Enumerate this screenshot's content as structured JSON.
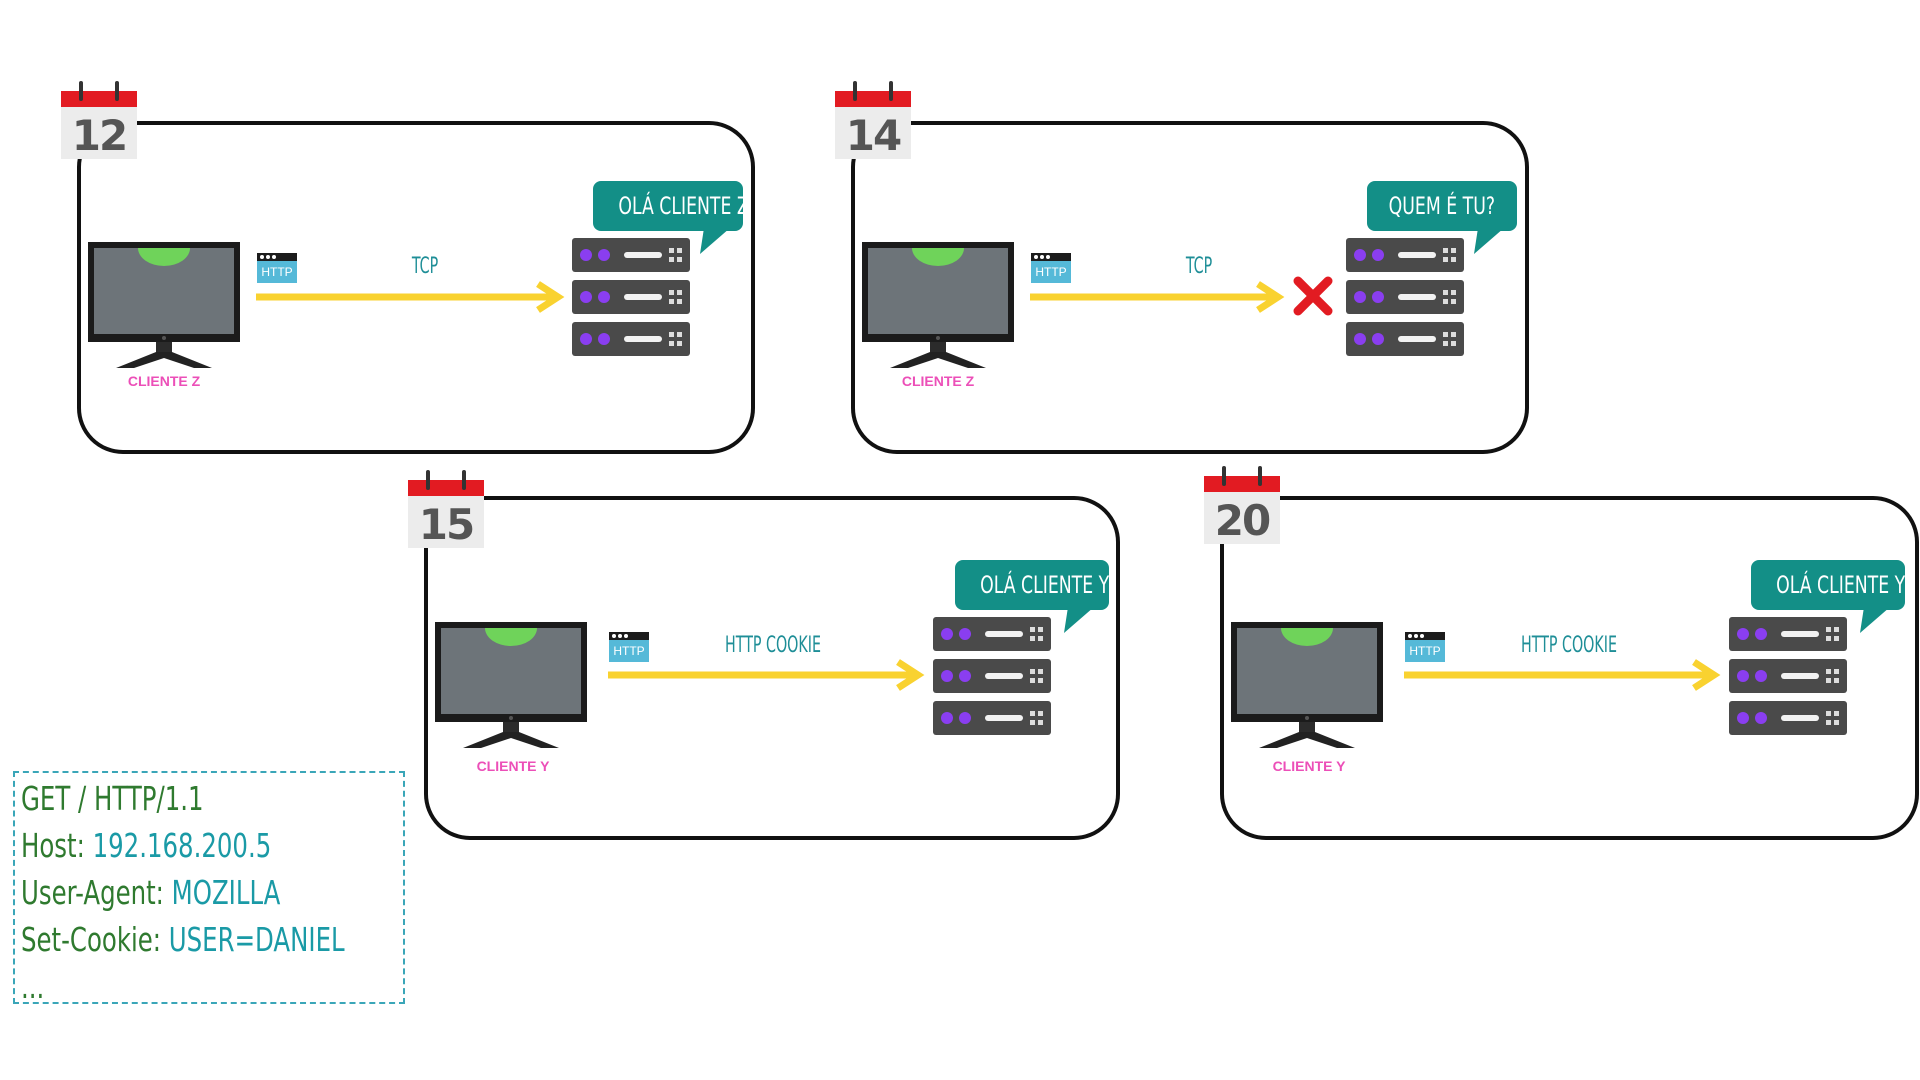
{
  "panels": [
    {
      "day": "12",
      "client": "CLIENTE Z",
      "protocol": "TCP",
      "bubble": "OLÁ CLIENTE Z",
      "rejected": false
    },
    {
      "day": "14",
      "client": "CLIENTE Z",
      "protocol": "TCP",
      "bubble": "QUEM É TU?",
      "rejected": true
    },
    {
      "day": "15",
      "client": "CLIENTE Y",
      "protocol": "HTTP COOKIE",
      "bubble": "OLÁ CLIENTE Y",
      "rejected": false
    },
    {
      "day": "20",
      "client": "CLIENTE Y",
      "protocol": "HTTP COOKIE",
      "bubble": "OLÁ CLIENTE Y",
      "rejected": false
    }
  ],
  "http_icon_label": "HTTP",
  "request": {
    "lines": [
      {
        "key": "GET / HTTP/1.1",
        "value": ""
      },
      {
        "key": "Host: ",
        "value": "192.168.200.5"
      },
      {
        "key": "User-Agent: ",
        "value": "MOZILLA"
      },
      {
        "key": "Set-Cookie: ",
        "value": "USER=DANIEL"
      },
      {
        "key": "...",
        "value": ""
      }
    ]
  },
  "colors": {
    "calendar_red": "#e21b22",
    "arrow_yellow": "#f9d230",
    "bubble_teal": "#138f87",
    "client_pink": "#ec4fb8",
    "server_dark": "#4a4a4a",
    "server_dot": "#8a3ef0",
    "reject_red": "#e21b22"
  }
}
